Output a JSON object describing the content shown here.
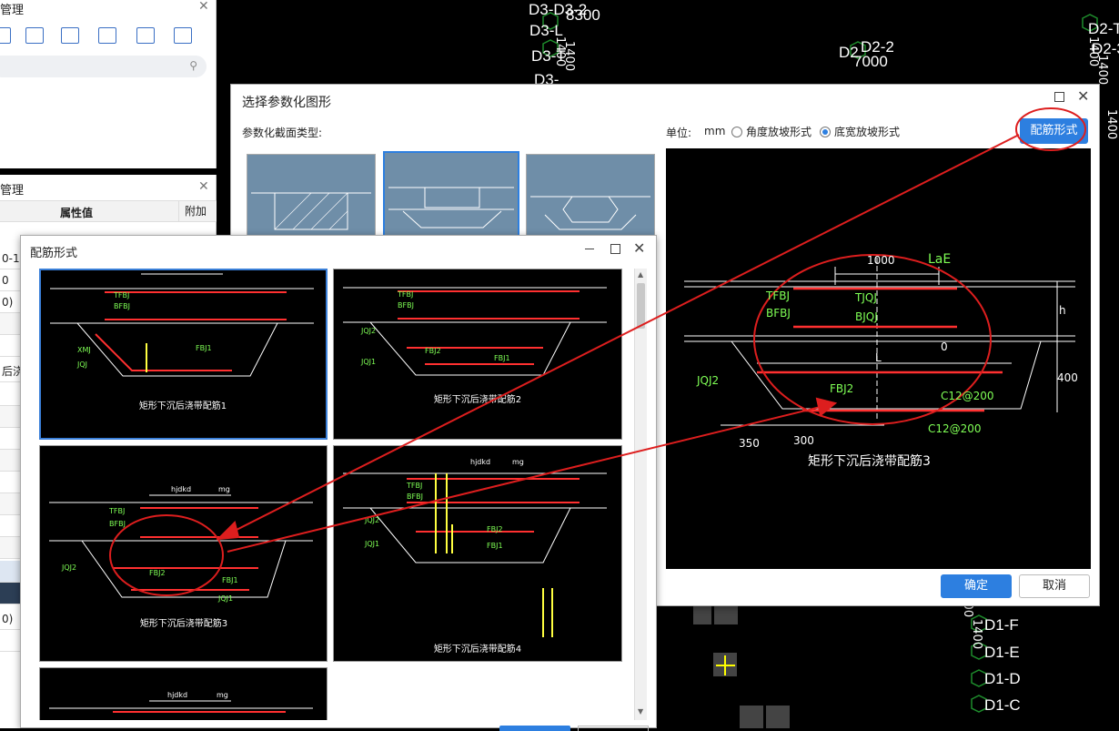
{
  "cad_labels": {
    "l1": "D3-D3-2",
    "l2": "8300",
    "l3": "D3-L",
    "l4": "D3-T",
    "l5": "D3-",
    "l6": "D2",
    "l7": "D2-2",
    "l8": "7000",
    "l9": "D2-T",
    "l10": "D2-3",
    "l11": "D1-F",
    "l12": "D1-E",
    "l13": "D1-D",
    "l14": "D1-C"
  },
  "left_panel_top": {
    "title": "管理",
    "search_placeholder": ""
  },
  "left_panel_props": {
    "title": "管理",
    "col_value": "属性值",
    "col_extra": "附加",
    "rows": [
      "0-1",
      "0",
      "0)",
      "",
      "后浇",
      "",
      "",
      "",
      "",
      "",
      "",
      "",
      "",
      "0)"
    ]
  },
  "dialog_select": {
    "title": "选择参数化图形",
    "section_label": "参数化截面类型:",
    "unit_label": "单位:",
    "unit_value": "mm",
    "radio_angle": "角度放坡形式",
    "radio_width": "底宽放坡形式",
    "rebar_button": "配筋形式",
    "ok": "确定",
    "cancel": "取消"
  },
  "preview": {
    "dim_top": "1000",
    "lae": "LaE",
    "tfbj": "TFBJ",
    "bfbj": "BFBJ",
    "tjqj": "TJQJ",
    "bjqj": "BJQJ",
    "h": "h",
    "zero": "0",
    "l": "L",
    "jqj2": "JQJ2",
    "fbj2": "FBJ2",
    "c1": "C12@200",
    "c2": "C12@200",
    "d350": "350",
    "d300": "300",
    "d400": "400",
    "caption": "矩形下沉后浇带配筋3"
  },
  "dialog_rebar": {
    "title": "配筋形式",
    "captions": [
      "矩形下沉后浇带配筋1",
      "矩形下沉后浇带配筋2",
      "矩形下沉后浇带配筋3",
      "矩形下沉后浇带配筋4"
    ],
    "hjdkd": "hjdkd",
    "mg": "mg"
  }
}
